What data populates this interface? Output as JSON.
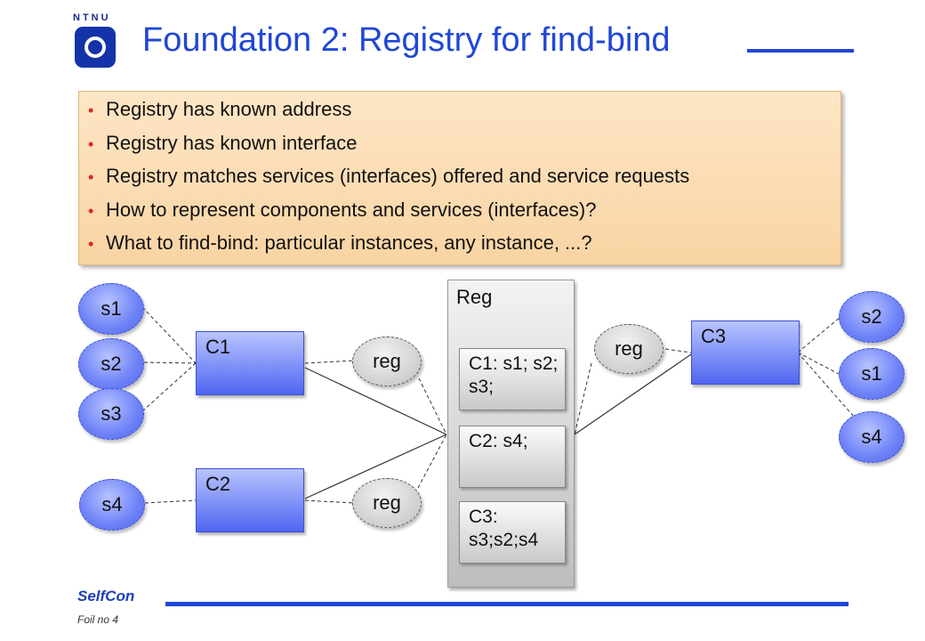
{
  "logo": {
    "letters": "NTNU"
  },
  "slide": {
    "title": "Foundation 2: Registry for find-bind",
    "bullets": [
      "Registry has known address",
      "Registry has known interface",
      "Registry matches services (interfaces) offered and service requests",
      "How to represent components and services (interfaces)?",
      "What to find-bind: particular instances, any instance, ...?"
    ]
  },
  "diagram": {
    "services_left": [
      "s1",
      "s2",
      "s3",
      "s4"
    ],
    "services_right": [
      "s2",
      "s1",
      "s4"
    ],
    "components": {
      "c1": "C1",
      "c2": "C2",
      "c3": "C3"
    },
    "reg_bubbles": [
      "reg",
      "reg",
      "reg"
    ],
    "registry": {
      "label": "Reg",
      "entries": [
        "C1: s1; s2; s3;",
        "C2: s4;",
        "C3: s3;s2;s4"
      ]
    }
  },
  "footer": {
    "brand": "SelfCon",
    "foil": "Foil no 4"
  }
}
